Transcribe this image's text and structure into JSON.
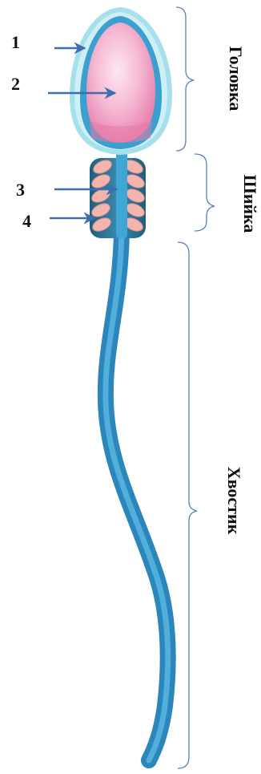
{
  "labels": {
    "head_part": "1",
    "nucleus": "2",
    "axial_filament": "3",
    "mitochondria": "4"
  },
  "sections": {
    "head": "Головка",
    "neck": "Шийка",
    "tail": "Хвостик"
  },
  "colors": {
    "tail_blue": "#3a9fd1",
    "tail_dark": "#1e7fb5",
    "head_rim": "#a8e3ee",
    "nucleus_pink": "#f2a5c8",
    "mito_pink": "#f3b8b0",
    "arrow": "#3b6fb0",
    "bracket": "#5a7fb8"
  }
}
